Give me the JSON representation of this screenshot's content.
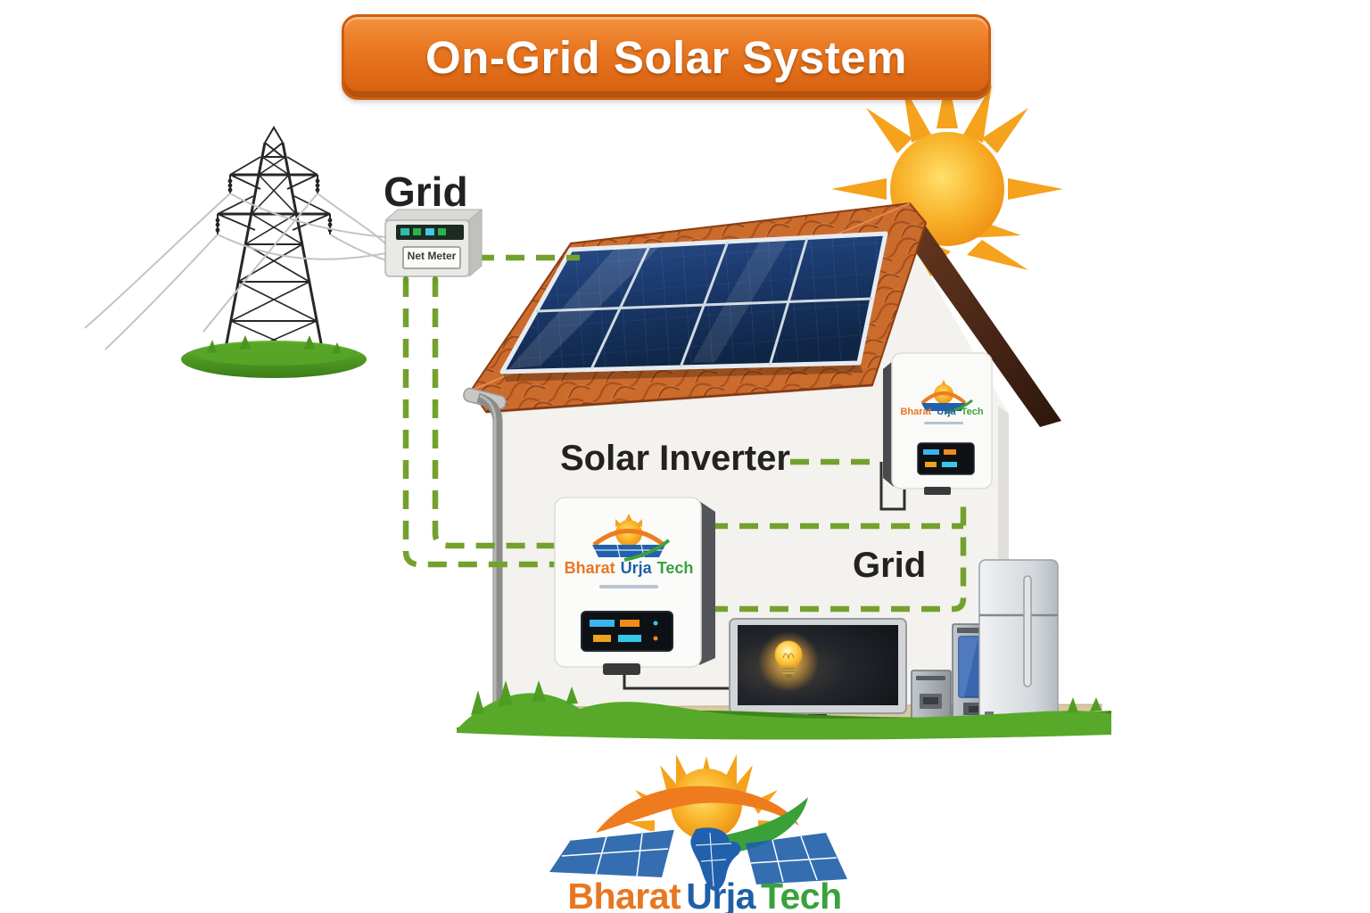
{
  "banner": {
    "title": "On-Grid Solar System",
    "bg_color": "#e8751f",
    "text_color": "#ffffff"
  },
  "labels": {
    "grid_top": "Grid",
    "solar_inverter": "Solar Inverter",
    "grid_house": "Grid"
  },
  "net_meter": {
    "label": "Net Meter"
  },
  "brand": {
    "word1": "Bharat",
    "word2": "Urja",
    "word3": "Tech",
    "color1": "#e87722",
    "color2": "#1f5fa8",
    "color3": "#3aa13c"
  },
  "wires": {
    "dashed_color": "#74a12e",
    "cable_color": "#2f2f2f"
  },
  "icons": {
    "transmission_tower": "transmission-tower",
    "power_lines": "power-lines",
    "net_meter": "net-meter-box",
    "sun": "sun",
    "house": "house",
    "solar_panels": "solar-panel-array",
    "inverter_main": "solar-inverter-unit",
    "inverter_small": "solar-inverter-unit-small",
    "tv": "television",
    "computer_towers": "computer-towers",
    "refrigerator": "refrigerator",
    "grass": "grass",
    "footer_logo": "bharat-urja-tech-logo"
  }
}
